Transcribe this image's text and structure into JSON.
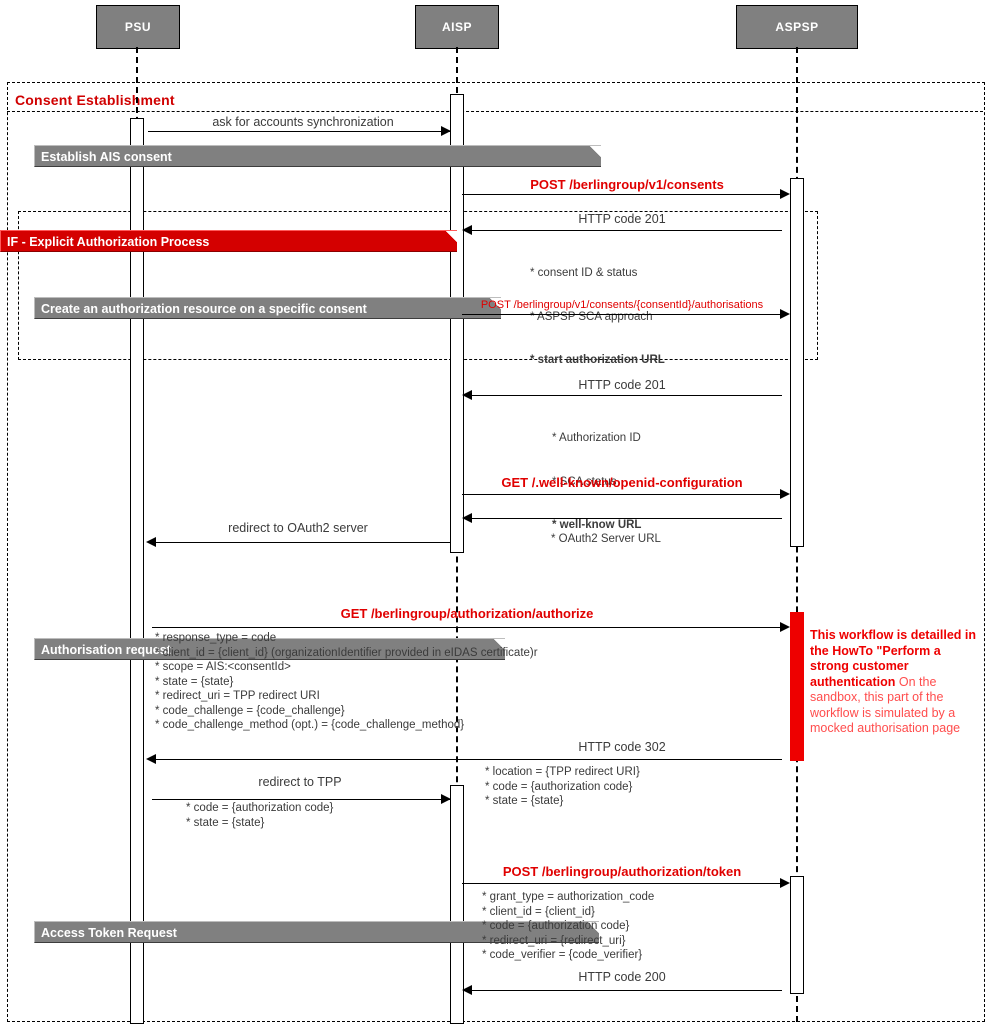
{
  "diagram": {
    "type": "uml-sequence",
    "title": "Consent Establishment",
    "participants": [
      {
        "id": "psu",
        "label": "PSU"
      },
      {
        "id": "aisp",
        "label": "AISP"
      },
      {
        "id": "aspsp",
        "label": "ASPSP"
      }
    ],
    "frames": [
      {
        "id": "outer",
        "label": "Consent Establishment"
      },
      {
        "id": "inner",
        "label": "IF -  Explicit Authorization Process"
      }
    ],
    "fragments": [
      {
        "id": "establish-ais-consent",
        "label": "Establish AIS consent"
      },
      {
        "id": "create-auth-resource",
        "label": "Create an authorization resource on a specific consent"
      },
      {
        "id": "authorisation-request",
        "label": "Authorisation request"
      },
      {
        "id": "access-token-request",
        "label": "Access Token Request"
      }
    ],
    "messages": [
      {
        "id": "m1",
        "label": "ask for accounts synchronization",
        "from": "psu",
        "to": "aisp",
        "style": "plain"
      },
      {
        "id": "m2",
        "label": "POST /berlingroup/v1/consents",
        "from": "aisp",
        "to": "aspsp",
        "style": "red-bold"
      },
      {
        "id": "m3",
        "label": "HTTP code 201",
        "from": "aspsp",
        "to": "aisp",
        "style": "plain"
      },
      {
        "id": "m4",
        "label": "POST /berlingroup/v1/consents/{consentId}/authorisations",
        "from": "aisp",
        "to": "aspsp",
        "style": "red-small"
      },
      {
        "id": "m5",
        "label": "HTTP code 201",
        "from": "aspsp",
        "to": "aisp",
        "style": "plain"
      },
      {
        "id": "m6",
        "label": "GET /.well-known/openid-configuration",
        "from": "aisp",
        "to": "aspsp",
        "style": "red-bold"
      },
      {
        "id": "m7",
        "label": "",
        "from": "aspsp",
        "to": "aisp",
        "style": "plain"
      },
      {
        "id": "m8",
        "label": "redirect to OAuth2 server",
        "from": "aisp",
        "to": "psu",
        "style": "plain"
      },
      {
        "id": "m9",
        "label": "GET /berlingroup/authorization/authorize",
        "from": "psu",
        "to": "aspsp",
        "style": "red-bold"
      },
      {
        "id": "m10",
        "label": "HTTP code 302",
        "from": "aspsp",
        "to": "psu",
        "style": "plain"
      },
      {
        "id": "m11",
        "label": "redirect to TPP",
        "from": "psu",
        "to": "aisp",
        "style": "plain"
      },
      {
        "id": "m12",
        "label": "POST /berlingroup/authorization/token",
        "from": "aisp",
        "to": "aspsp",
        "style": "red-bold"
      },
      {
        "id": "m13",
        "label": "HTTP code 200",
        "from": "aspsp",
        "to": "aisp",
        "style": "plain"
      }
    ],
    "notes": {
      "consent_201_payload_line1": "* consent ID & status",
      "consent_201_payload_line2": "* ASPSP SCA approach",
      "consent_201_payload_line3": "* start authorization URL",
      "auth_201_payload_line1": "* Authorization ID",
      "auth_201_payload_line2": "* SCA status",
      "auth_201_payload_line3": "* well-know URL",
      "oauth2_server_url": "* OAuth2 Server URL",
      "authorize_params": "* response_type = code\n* client_id = {client_id} (organizationIdentifier provided in eIDAS certificate)r\n* scope = AIS:<consentId>\n* state = {state}\n* redirect_uri = TPP redirect URI\n* code_challenge = {code_challenge}\n* code_challenge_method (opt.) = {code_challenge_method}",
      "http302_params": "* location = {TPP redirect URI}\n* code = {authorization code}\n* state = {state}",
      "redirect_tpp_params": "* code = {authorization code}\n* state = {state}",
      "token_params": "* grant_type = authorization_code\n* client_id = {client_id}\n* code = {authorization code}\n* redirect_uri = {redirect_uri}\n* code_verifier = {code_verifier}",
      "side_note_bold": "This workflow is detailled in the HowTo \"Perform a strong customer authentication",
      "side_note_regular": "On the sandbox, this part of the workflow is simulated by a mocked authorisation page"
    },
    "colors": {
      "actor_fill": "#808080",
      "banner_fill": "#808080",
      "frame_title": "#d00000",
      "red_message": "#e00000",
      "red_banner": "#d40000",
      "red_note_bold": "#ee0000",
      "red_note_regular": "#ff4d4d",
      "text": "#3b3b3b"
    }
  }
}
